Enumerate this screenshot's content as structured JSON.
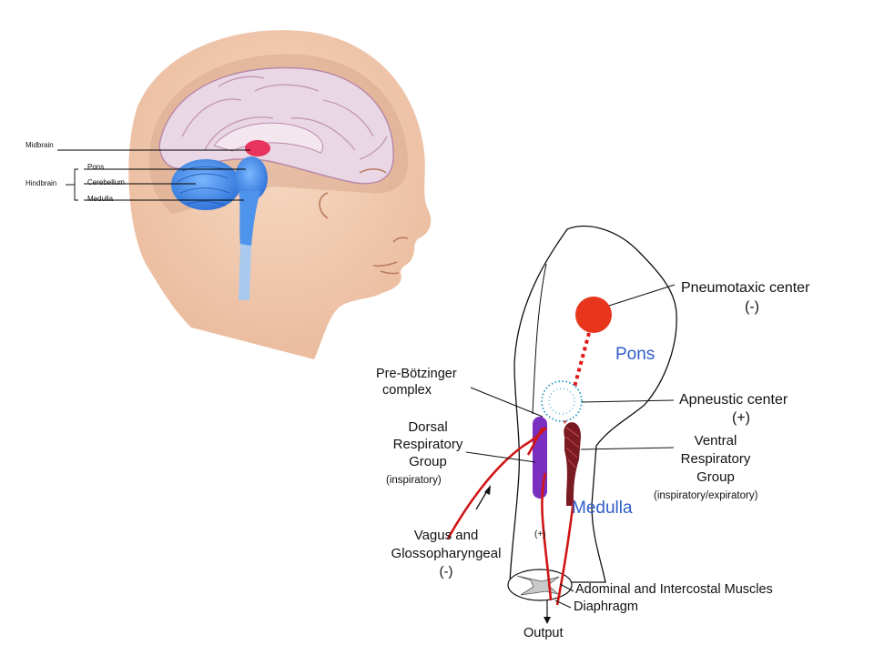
{
  "brain_figure": {
    "labels": {
      "midbrain": "Midbrain",
      "hindbrain": "Hindbrain",
      "pons": "Pons",
      "cerebellum": "Cerebellum",
      "medulla": "Medulla"
    }
  },
  "respiratory_diagram": {
    "region_labels": {
      "pons": "Pons",
      "medulla": "Medulla"
    },
    "pneumotaxic": {
      "name": "Pneumotaxic center",
      "effect": "(-)"
    },
    "apneustic": {
      "name": "Apneustic center",
      "effect": "(+)"
    },
    "pre_botzinger": {
      "line1": "Pre-Bötzinger",
      "line2": "complex"
    },
    "dorsal_group": {
      "line1": "Dorsal",
      "line2": "Respiratory",
      "line3": "Group",
      "type": "(inspiratory)"
    },
    "ventral_group": {
      "line1": "Ventral",
      "line2": "Respiratory",
      "line3": "Group",
      "type": "(inspiratory/expiratory)"
    },
    "vagus": {
      "line1": "Vagus and",
      "line2": "Glossopharyngeal",
      "effect": "(-)"
    },
    "plus_marker": "(+)",
    "muscles": "Adominal and Intercostal Muscles",
    "diaphragm": "Diaphragm",
    "output": "Output"
  },
  "colors": {
    "pneumotaxic": "#e8361c",
    "dorsal_group": "#7b2fc0",
    "ventral_group": "#7a1a22",
    "nerve": "#d01515",
    "brain_blue": "#3d86e6",
    "midbrain_pink": "#e8335e",
    "cerebrum": "#ead7e6",
    "skin": "#f1c8ae"
  }
}
